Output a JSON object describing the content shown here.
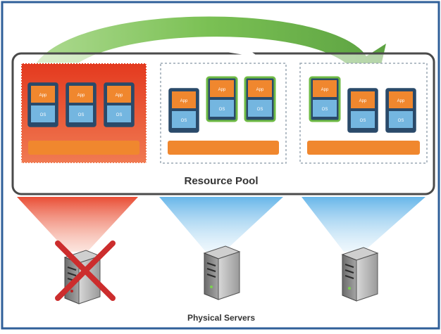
{
  "diagram": {
    "pool_label": "Resource Pool",
    "servers_label": "Physical Servers",
    "vm_top_label": "App",
    "vm_bottom_label": "OS",
    "colors": {
      "frame_border": "#2f5f99",
      "pool_border": "#4a4a4a",
      "failed_host_fill": "#e8442a",
      "vm_app_fill": "#f0872e",
      "vm_os_fill": "#74b6e0",
      "hypervisor_bar": "#f0872e",
      "migration_arrow": "#6fbb45",
      "failed_beam": "#e8442a",
      "healthy_beam": "#7fc3ec",
      "x_mark": "#cc2d2d"
    },
    "hosts": [
      {
        "state": "failed",
        "vm_count": 3
      },
      {
        "state": "healthy",
        "vm_count": 3
      },
      {
        "state": "healthy",
        "vm_count": 3
      }
    ]
  }
}
